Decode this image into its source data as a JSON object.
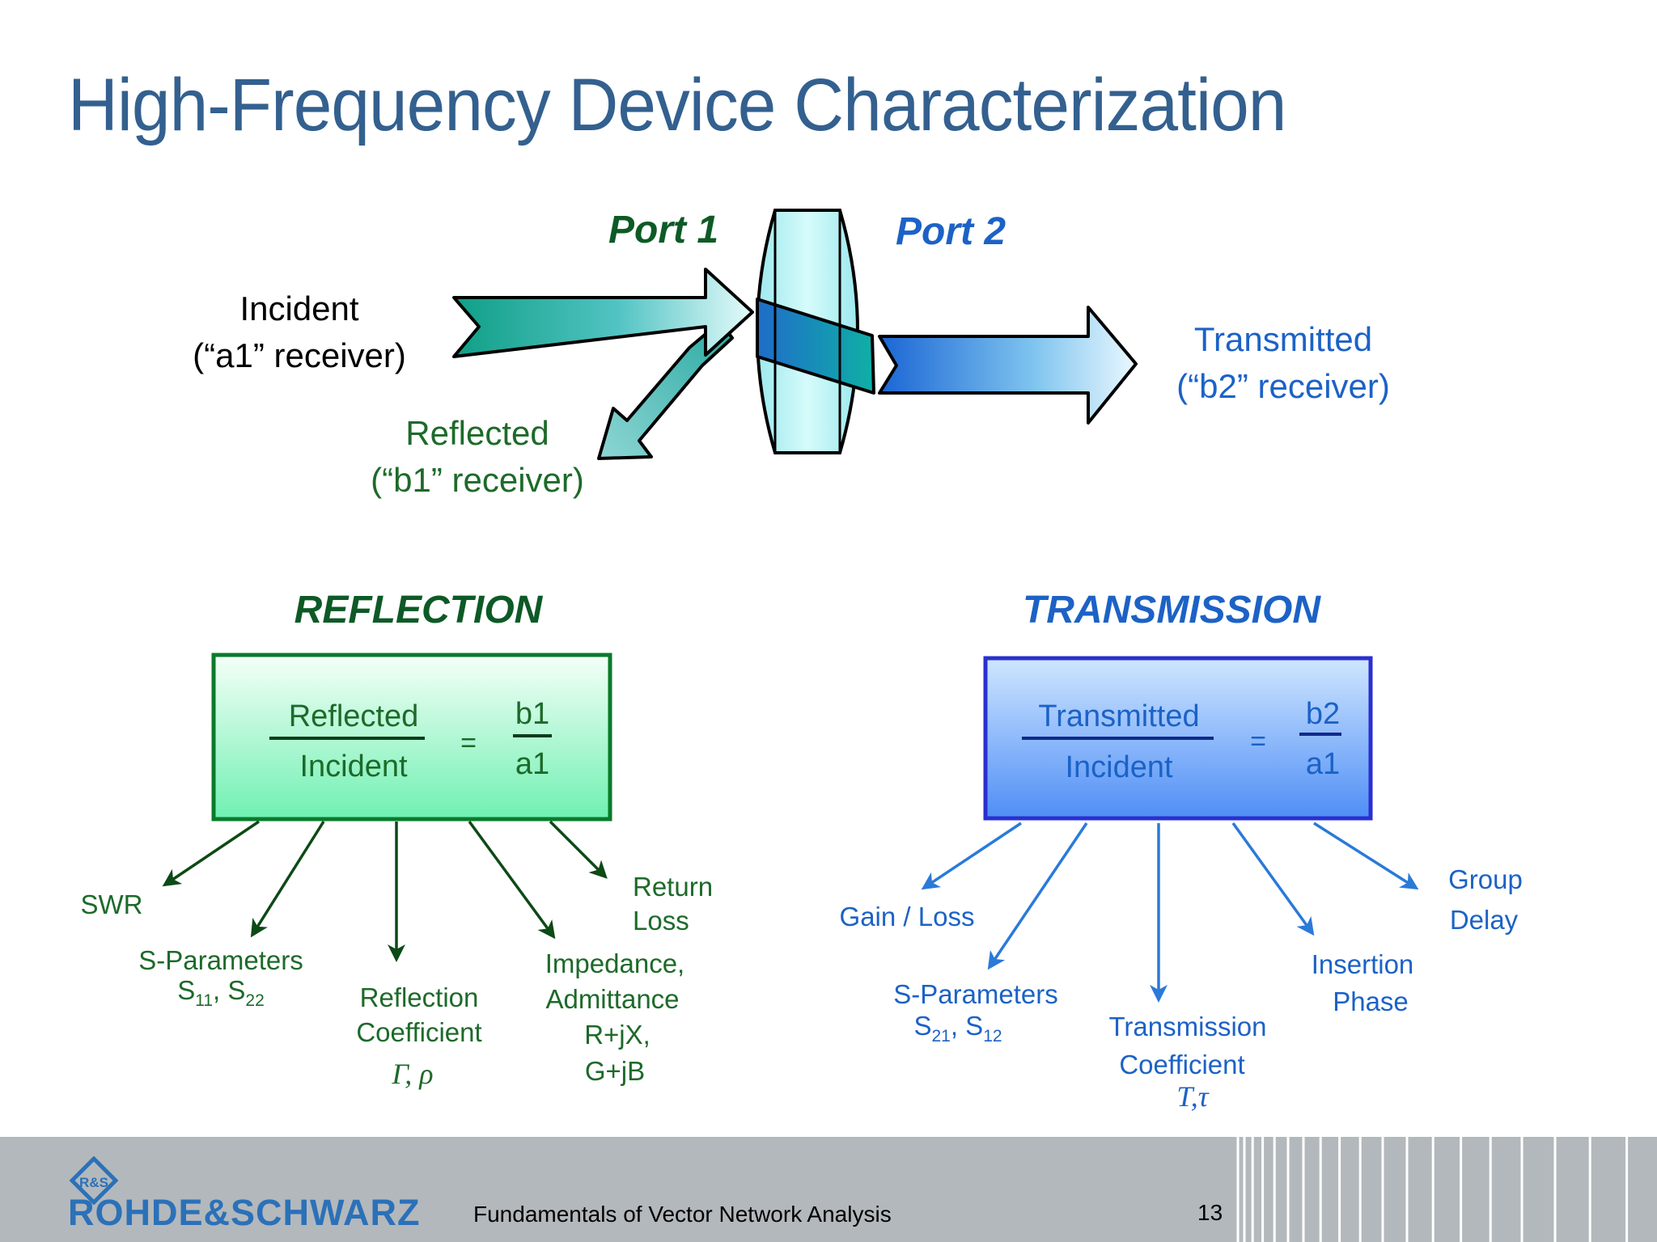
{
  "title": "High-Frequency Device Characterization",
  "top": {
    "port1": "Port 1",
    "port2": "Port 2",
    "incident": [
      "Incident",
      "(“a1” receiver)"
    ],
    "reflected": [
      "Reflected",
      "(“b1” receiver)"
    ],
    "transmitted": [
      "Transmitted",
      "(“b2” receiver)"
    ]
  },
  "reflection": {
    "heading": "REFLECTION",
    "numerator": "Reflected",
    "denominator": "Incident",
    "equals": "=",
    "b": "b1",
    "a": "a1",
    "outcomes": {
      "swr": "SWR",
      "sparams": "S-Parameters",
      "sparams_sub": [
        "S",
        "11",
        ", S",
        "22"
      ],
      "coef": [
        "Reflection",
        "Coefficient"
      ],
      "coef_symbol": "Γ, ρ",
      "impedance": [
        "Impedance,",
        "Admittance",
        "R+jX,",
        "G+jB"
      ],
      "return_loss": [
        "Return",
        "Loss"
      ]
    }
  },
  "transmission": {
    "heading": "TRANSMISSION",
    "numerator": "Transmitted",
    "denominator": "Incident",
    "equals": "=",
    "b": "b2",
    "a": "a1",
    "outcomes": {
      "gain": "Gain / Loss",
      "sparams": "S-Parameters",
      "sparams_sub": [
        "S",
        "21",
        ", S",
        "12"
      ],
      "coef": [
        "Transmission",
        "Coefficient"
      ],
      "coef_symbol": "T,τ",
      "phase": [
        "Insertion",
        "Phase"
      ],
      "delay": [
        "Group",
        "Delay"
      ]
    }
  },
  "footer": {
    "brand": "ROHDE&SCHWARZ",
    "logo_letters": "R&S",
    "caption": "Fundamentals of Vector Network Analysis",
    "page": "13"
  },
  "colors": {
    "title": "#33608f",
    "green_text": "#1d6a2a",
    "dark_green": "#0d5a26",
    "blue_text": "#1c62c6",
    "arrow_green": "#0c4a16",
    "arrow_blue": "#2a7ad8",
    "brand_blue": "#2b71b8"
  }
}
